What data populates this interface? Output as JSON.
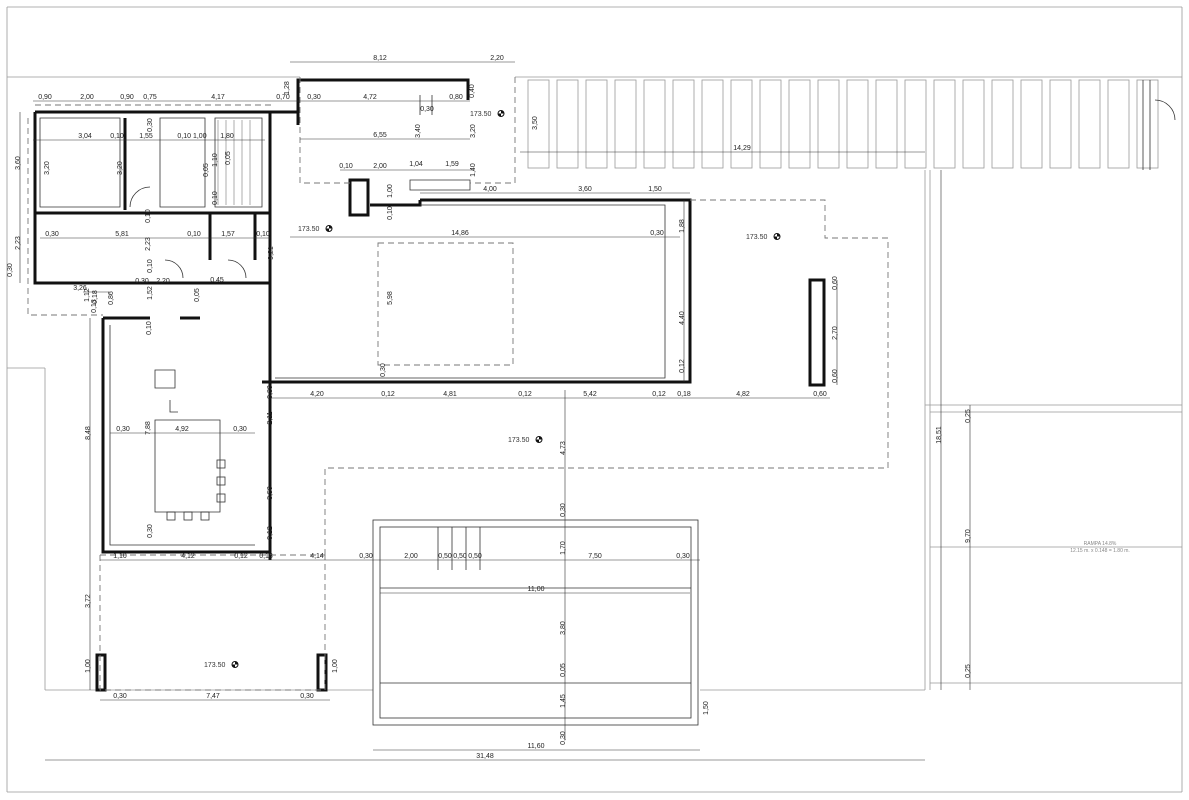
{
  "drawing": {
    "level_label": "173.50",
    "ramp_title": "RAMPA 14.8%",
    "ramp_calc": "12.15 m. x 0.148 = 1.80 m."
  },
  "dimensions": [
    "0,90",
    "2,00",
    "0,90",
    "0,75",
    "4,17",
    "0,70",
    "1,28",
    "8,12",
    "2,20",
    "0,30",
    "4,72",
    "0,80",
    "0,40",
    "0,30",
    "3,50",
    "3,04",
    "0,10",
    "1,55",
    "0,10 1,00",
    "1,80",
    "3,20",
    "3,20",
    "0,30",
    "6,55",
    "3,40",
    "3,20",
    "14,29",
    "3,60",
    "0,10",
    "2,00",
    "1,04",
    "1,59",
    "1,40",
    "1,00",
    "0,10",
    "4,00",
    "3,60",
    "1,50",
    "1,10",
    "0,05",
    "0,05",
    "2,23",
    "0,30",
    "5,81",
    "0,10",
    "1,57",
    "0,10",
    "2,23",
    "9,21",
    "14,86",
    "0,30",
    "1,88",
    "0,10",
    "0,10",
    "0,30",
    "0,10",
    "0,30",
    "2,20",
    "0,45",
    "3,26",
    "1,12",
    "0,18",
    "0,13",
    "0,86",
    "1,52",
    "0,05",
    "5,98",
    "0,60",
    "2,70",
    "4,40",
    "0,12",
    "0,60",
    "0,10",
    "0,30",
    "0,30",
    "4,20",
    "0,12",
    "4,81",
    "0,12",
    "5,42",
    "0,12",
    "0,18",
    "4,82",
    "0,60",
    "2,11",
    "8,48",
    "0,30",
    "7,88",
    "4,92",
    "0,30",
    "4,73",
    "18,51",
    "0,25",
    "3,50",
    "0,30",
    "0,12",
    "0,30",
    "1,70",
    "1,10",
    "4,12",
    "0,12",
    "0,18",
    "4,14",
    "0,30",
    "2,00",
    "0,50",
    "0,50",
    "0,50",
    "7,50",
    "0,30",
    "9,70",
    "3,72",
    "11,00",
    "3,80",
    "1,00",
    "1,00",
    "0,05",
    "0,25",
    "1,45",
    "1,50",
    "0,30",
    "7,47",
    "0,30",
    "0,30",
    "11,60",
    "31,48"
  ]
}
